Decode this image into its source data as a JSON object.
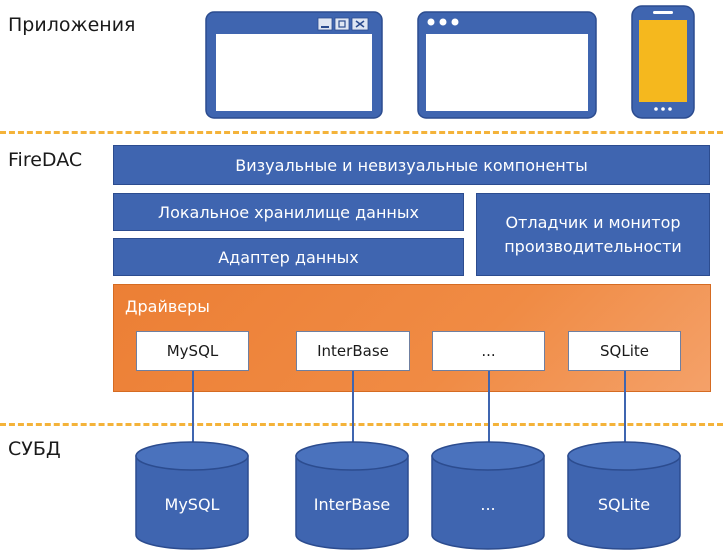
{
  "layers": {
    "apps_label": "Приложения",
    "firedac_label": "FireDAC",
    "dbms_label": "СУБД"
  },
  "firedac": {
    "visual_components": "Визуальные и невизуальные компоненты",
    "local_storage": "Локальное хранилище данных",
    "data_adapter": "Адаптер данных",
    "debugger_line1": "Отладчик и монитор",
    "debugger_line2": "производительности",
    "drivers_title": "Драйверы"
  },
  "drivers": [
    "MySQL",
    "InterBase",
    "...",
    "SQLite"
  ],
  "databases": [
    "MySQL",
    "InterBase",
    "...",
    "SQLite"
  ],
  "colors": {
    "blue": "#3f65b0",
    "orange": "#ec7f35",
    "dash": "#f4b33a",
    "phone_screen": "#f5b81e"
  },
  "icons": [
    "window-icon",
    "browser-icon",
    "phone-icon"
  ]
}
